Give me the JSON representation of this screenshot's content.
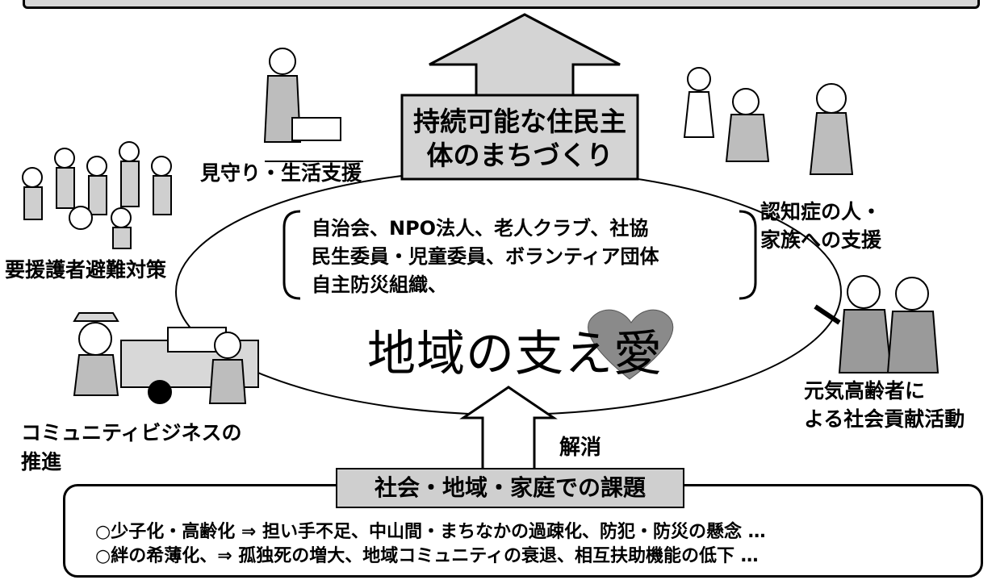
{
  "goal": {
    "line1": "持続可能な住民主",
    "line2": "体のまちづくり"
  },
  "activities": {
    "watch": "見守り・生活支援",
    "dementia_line1": "認知症の人・",
    "dementia_line2": "家族への支援",
    "evacuation": "要援護者避難対策",
    "elderly_line1": "元気高齢者に",
    "elderly_line2": "よる社会貢献活動",
    "business_line1": "コミュニティビジネスの",
    "business_line2": "推進"
  },
  "organizations": [
    "自治会、NPO法人、老人クラブ、社協",
    "民生委員・児童委員、ボランティア団体",
    "自主防災組織、"
  ],
  "center_title": "地域の支え愛",
  "resolve_label": "解消",
  "issues": {
    "title": "社会・地域・家庭での課題",
    "lines": [
      "○少子化・高齢化 ⇒ 担い手不足、中山間・まちなかの過疎化、防犯・防災の懸念 …",
      "○絆の希薄化、⇒ 孤独死の増大、地域コミュニティの衰退、相互扶助機能の低下 …"
    ]
  },
  "colors": {
    "goal_fill": "#d4d4d4",
    "heart_fill": "#8a8a8a",
    "title_fill": "#cfcfcf"
  }
}
